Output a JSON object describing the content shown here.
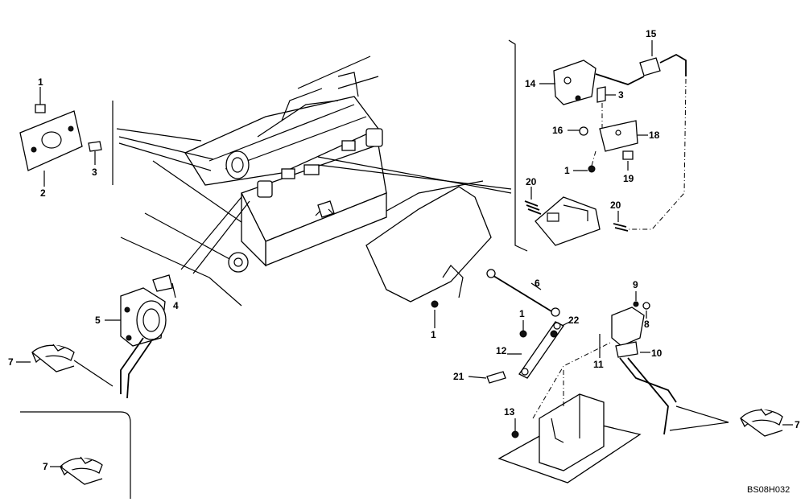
{
  "reference_code": "BS08H032",
  "callouts": {
    "c1a": "1",
    "c2": "2",
    "c3a": "3",
    "c4": "4",
    "c5": "5",
    "c7a": "7",
    "c7b": "7",
    "c7c": "7",
    "c15": "15",
    "c14": "14",
    "c3b": "3",
    "c16": "16",
    "c18": "18",
    "c1b": "1",
    "c19": "19",
    "c20a": "20",
    "c20b": "20",
    "c9": "9",
    "c8": "8",
    "c10": "10",
    "c11": "11",
    "c6": "6",
    "c1c": "1",
    "c22": "22",
    "c12": "12",
    "c1d": "1",
    "c21": "21",
    "c13": "13"
  }
}
